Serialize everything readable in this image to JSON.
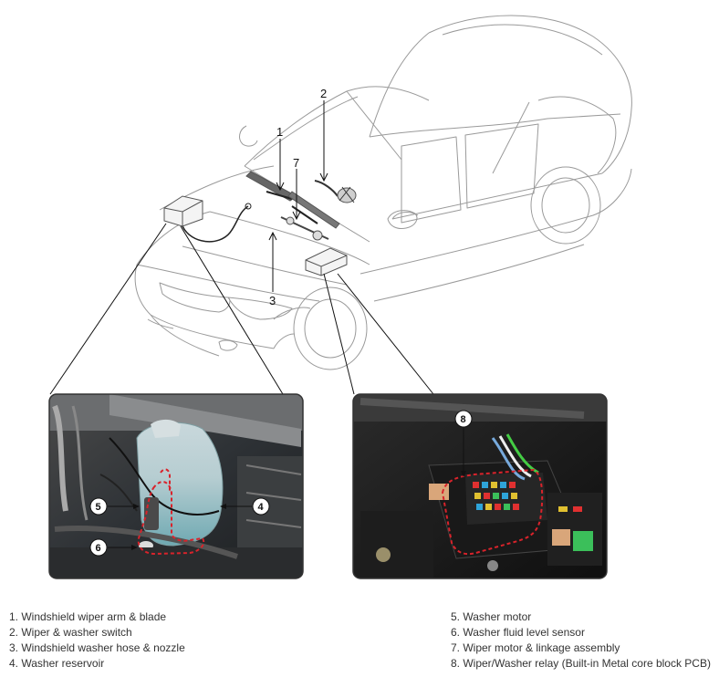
{
  "callouts": [
    "1",
    "2",
    "3",
    "4",
    "5",
    "6",
    "7",
    "8"
  ],
  "legend": {
    "left": [
      "1. Windshield wiper arm & blade",
      "2. Wiper & washer switch",
      "3. Windshield washer hose & nozzle",
      "4. Washer reservoir"
    ],
    "right": [
      "5. Washer motor",
      "6. Washer fluid level sensor",
      "7. Wiper motor & linkage assembly",
      "8. Wiper/Washer relay (Built-in Metal core block PCB)"
    ]
  },
  "colors": {
    "line_art": "#9a9a9a",
    "leader": "#111111",
    "highlight": "#d9232b"
  }
}
